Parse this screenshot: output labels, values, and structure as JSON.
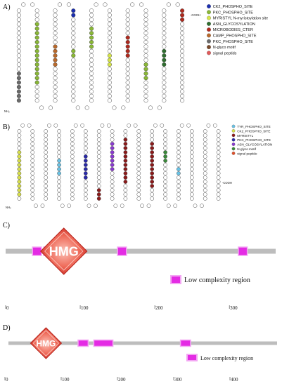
{
  "panels": {
    "a": {
      "label": "A)"
    },
    "b": {
      "label": "B)"
    },
    "c": {
      "label": "C)"
    },
    "d": {
      "label": "D)"
    }
  },
  "topology_a": {
    "n_term": "NH₂",
    "c_term": "-COOH",
    "legend": [
      {
        "label": "CK2_PHOSPHO_SITE",
        "color": "#1b2fb0"
      },
      {
        "label": "PKC_PHOSPHO_SITE",
        "color": "#8ab837"
      },
      {
        "label": "MYRISTYL N-myristoylation site",
        "color": "#d7e64a"
      },
      {
        "label": "ASN_GLYCOSYLATION",
        "color": "#2f6e2f"
      },
      {
        "label": "MICROBODIES_CTER",
        "color": "#b02a1e"
      },
      {
        "label": "CAMP_PHOSPHO_SITE",
        "color": "#b9692b"
      },
      {
        "label": "PKC_PHOSPHO_SITE",
        "color": "#6b6b6b"
      },
      {
        "label": "N-glyco motif",
        "color": "#7a4a2a"
      },
      {
        "label": "signal peptids",
        "color": "#e05a5a"
      }
    ]
  },
  "topology_b": {
    "n_term": "NH₂",
    "c_term": "-COOH",
    "legend": [
      {
        "label": "TYR_PHOSPHO_SITE",
        "color": "#69c3e6"
      },
      {
        "label": "CK2_PHOSPHO_SITE",
        "color": "#d8e04a"
      },
      {
        "label": "MYRISTYL",
        "color": "#8b1a1a"
      },
      {
        "label": "PKC_PHOSPHO_SITE",
        "color": "#2a2aa8"
      },
      {
        "label": "ASN_GLYCOSYLATION",
        "color": "#8a3ad0"
      },
      {
        "label": "N-glyco motif",
        "color": "#3a8a3a"
      },
      {
        "label": "signal peptide",
        "color": "#e0502a"
      }
    ]
  },
  "domain_c": {
    "hmg_label": "HMG",
    "legend_label": "Low complexity region",
    "axis": {
      "min": 0,
      "max": 330,
      "ticks": [
        0,
        100,
        200,
        300
      ]
    },
    "hmg_center": 78,
    "low_complexity": [
      [
        36,
        48
      ],
      [
        51,
        68
      ],
      [
        150,
        162
      ],
      [
        312,
        324
      ]
    ]
  },
  "domain_d": {
    "hmg_label": "HMG",
    "legend_label": "Low complexity region",
    "axis": {
      "min": 0,
      "max": 470,
      "ticks": [
        0,
        100,
        200,
        300,
        400
      ]
    },
    "hmg_center": 73,
    "low_complexity": [
      [
        130,
        148
      ],
      [
        158,
        192
      ],
      [
        312,
        330
      ]
    ]
  },
  "colors": {
    "backbone": "#bdbdbd",
    "lcr": "#e42be4",
    "hmg_light": "#f9b2a8",
    "hmg_dark": "#d8342a"
  }
}
